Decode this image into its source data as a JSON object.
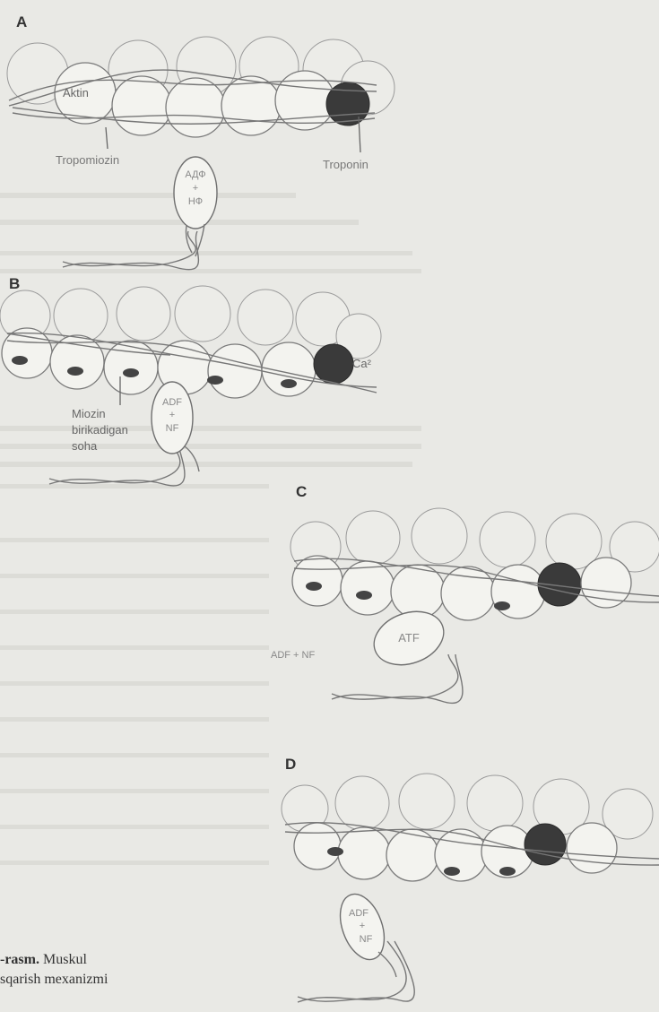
{
  "panels": {
    "A": {
      "label": "A",
      "aktin": "Aktin",
      "tropomiozin": "Tropomiozin",
      "troponin": "Troponin",
      "myosin_head_line1": "АДФ",
      "myosin_head_line2": "+",
      "myosin_head_line3": "НФ"
    },
    "B": {
      "label": "B",
      "calcium": "Ca²",
      "binding_site_line1": "Miozin",
      "binding_site_line2": "birikadigan",
      "binding_site_line3": "soha",
      "myosin_head_line1": "ADF",
      "myosin_head_line2": "+",
      "myosin_head_line3": "NF"
    },
    "C": {
      "label": "C",
      "myosin_head": "ATF",
      "released": "ADF + NF"
    },
    "D": {
      "label": "D",
      "myosin_head_line1": "ADF",
      "myosin_head_line2": "+",
      "myosin_head_line3": "NF"
    }
  },
  "caption": {
    "line1_bold": "-rasm.",
    "line1_rest": "Muskul",
    "line2": "sqarish mexanizmi"
  }
}
